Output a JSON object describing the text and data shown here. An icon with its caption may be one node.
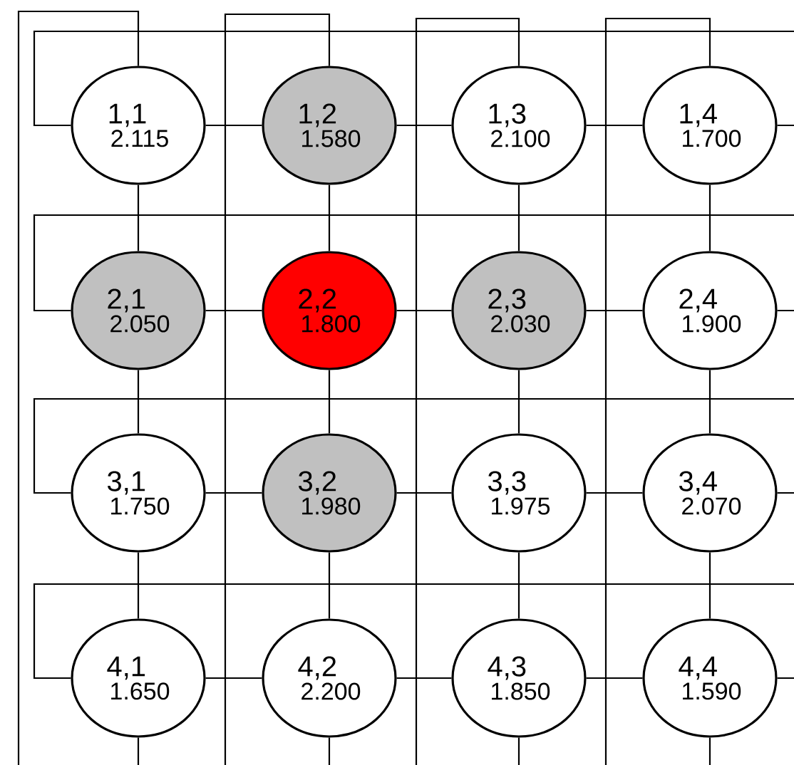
{
  "diagram": {
    "nodes": [
      {
        "text": [
          "1,1",
          "2.115"
        ]
      },
      {
        "text": [
          "1,2",
          "1.580"
        ]
      },
      {
        "text": [
          "1,3",
          "2.100"
        ]
      },
      {
        "text": [
          "1,4",
          "1.700"
        ]
      },
      {
        "text": [
          "2,1",
          "2.050"
        ]
      },
      {
        "text": [
          "2,2",
          "1.800"
        ]
      },
      {
        "text": [
          "2,3",
          "2.030"
        ]
      },
      {
        "text": [
          "2,4",
          "1.900"
        ]
      },
      {
        "text": [
          "3,1",
          "1.750"
        ]
      },
      {
        "text": [
          "3,2",
          "1.980"
        ]
      },
      {
        "text": [
          "3,3",
          "1.975"
        ]
      },
      {
        "text": [
          "3,4",
          "2.070"
        ]
      },
      {
        "text": [
          "4,1",
          "1.650"
        ]
      },
      {
        "text": [
          "4,2",
          "2.200"
        ]
      },
      {
        "text": [
          "4,3",
          "1.850"
        ]
      },
      {
        "text": [
          "4,4",
          "1.590"
        ]
      }
    ],
    "edges": [
      {
        "from": 0,
        "to": 1,
        "arrow": "none"
      },
      {
        "from": 1,
        "to": 2,
        "arrow": "none"
      },
      {
        "from": 2,
        "to": 3,
        "arrow": "none"
      },
      {
        "from": 3,
        "to": 0,
        "arrow": "none"
      },
      {
        "from": 4,
        "to": 5,
        "arrow": "none"
      },
      {
        "from": 5,
        "to": 6,
        "arrow": "none"
      },
      {
        "from": 6,
        "to": 7,
        "arrow": "none"
      },
      {
        "from": 7,
        "to": 4,
        "arrow": "none"
      },
      {
        "from": 8,
        "to": 9,
        "arrow": "none"
      },
      {
        "from": 9,
        "to": 10,
        "arrow": "none"
      },
      {
        "from": 10,
        "to": 11,
        "arrow": "none"
      },
      {
        "from": 11,
        "to": 8,
        "arrow": "none"
      },
      {
        "from": 12,
        "to": 13,
        "arrow": "none"
      },
      {
        "from": 13,
        "to": 14,
        "arrow": "none"
      },
      {
        "from": 14,
        "to": 15,
        "arrow": "none"
      },
      {
        "from": 15,
        "to": 12,
        "arrow": "none"
      },
      {
        "from": 0,
        "to": 4,
        "arrow": "none"
      },
      {
        "from": 4,
        "to": 8,
        "arrow": "none"
      },
      {
        "from": 8,
        "to": 12,
        "arrow": "none"
      },
      {
        "from": 12,
        "to": 0,
        "arrow": "none"
      },
      {
        "from": 1,
        "to": 5,
        "arrow": "none"
      },
      {
        "from": 5,
        "to": 9,
        "arrow": "none"
      },
      {
        "from": 9,
        "to": 13,
        "arrow": "none"
      },
      {
        "from": 13,
        "to": 1,
        "arrow": "none"
      },
      {
        "from": 2,
        "to": 6,
        "arrow": "none"
      },
      {
        "from": 6,
        "to": 10,
        "arrow": "none"
      },
      {
        "from": 10,
        "to": 14,
        "arrow": "none"
      },
      {
        "from": 14,
        "to": 2,
        "arrow": "none"
      },
      {
        "from": 3,
        "to": 7,
        "arrow": "none"
      },
      {
        "from": 7,
        "to": 11,
        "arrow": "none"
      },
      {
        "from": 11,
        "to": 15,
        "arrow": "none"
      },
      {
        "from": 15,
        "to": 3,
        "arrow": "none"
      }
    ]
  }
}
